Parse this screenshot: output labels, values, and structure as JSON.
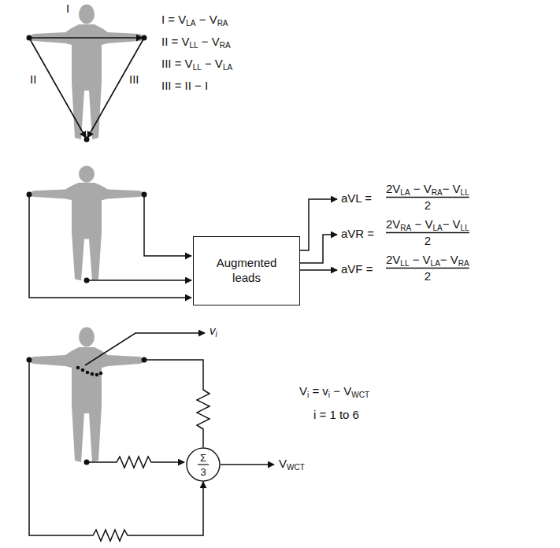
{
  "diagram": {
    "nodes": [
      {
        "text": [
          "Augmented leads"
        ]
      },
      {
        "text": [
          "Σ",
          "3"
        ]
      }
    ],
    "labels": [
      "I",
      "II",
      "III",
      "I = VLA − VRA",
      "II = VLL − VRA",
      "III = VLL − VLA",
      "III = II − I",
      "aVL =",
      "2VLA − VRA− VLL",
      "2",
      "aVR =",
      "2VRA − VLA− VLL",
      "2",
      "aVF =",
      "2VLL − VLA− VRA",
      "2",
      "vi",
      "VWCT",
      "Vi = vi − VWCT",
      "i = 1 to 6"
    ]
  }
}
